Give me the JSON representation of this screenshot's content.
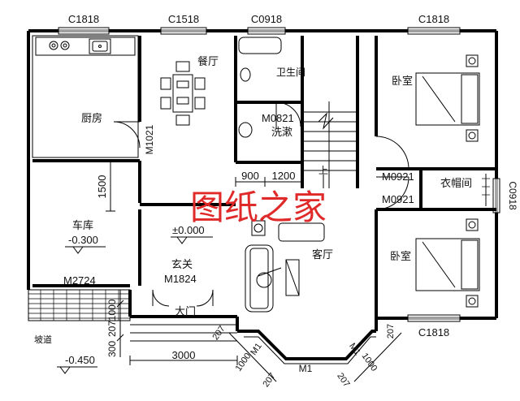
{
  "rooms": {
    "kitchen": "厨房",
    "dining": "餐厅",
    "bathroom": "卫生间",
    "wash": "洗漱",
    "garage": "车库",
    "foyer": "玄关",
    "living": "客厅",
    "bedroom_top": "卧室",
    "cloakroom": "衣帽间",
    "bedroom_bottom": "卧室",
    "main_door": "大门",
    "ramp": "坡道"
  },
  "windows": {
    "kitchen": "C1818",
    "dining": "C1518",
    "bath": "C0918",
    "bed_top": "C1818",
    "bed_bottom": "C1818",
    "cloak": "C0918"
  },
  "doors": {
    "dining": "M1021",
    "wash": "M0821",
    "bed_top": "M0921",
    "bed_bottom": "M0921",
    "garage": "M2724",
    "foyer": "M1824",
    "bay": "M1",
    "bay_left": "M1",
    "bay_right": "M1"
  },
  "levels": {
    "garage": "-0.300",
    "foyer": "±0.000",
    "outside": "-0.450"
  },
  "stair_label": "上",
  "dims": {
    "d900": "900",
    "d1200": "1200",
    "d1500": "1500",
    "d3000": "3000",
    "d1000": "1000",
    "d300": "300",
    "d207": "207",
    "d1000_bay_left": "1000",
    "d1000_bay_right": "1000",
    "d207_a": "207",
    "d207_b": "207",
    "d207_c": "207",
    "d207_d": "207"
  },
  "watermark": "图纸之家"
}
